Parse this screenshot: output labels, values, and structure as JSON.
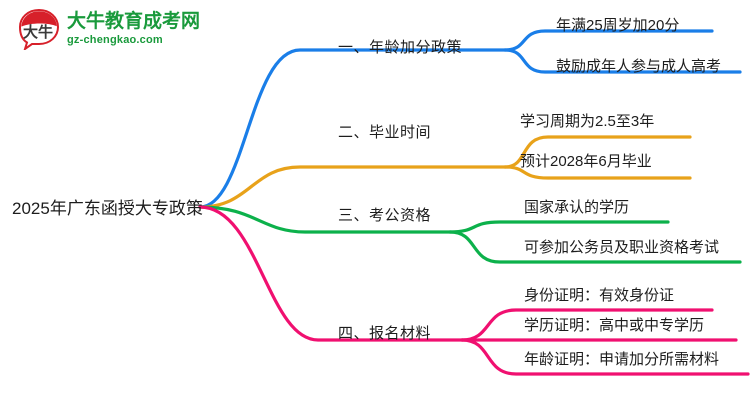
{
  "logo": {
    "mark_text": "大牛",
    "title": "大牛教育成考网",
    "url": "gz-chengkao.com",
    "brand_green": "#1a9a3c",
    "brand_red": "#d7202a"
  },
  "mindmap": {
    "root": "2025年广东函授大专政策",
    "branches": [
      {
        "label": "一、年龄加分政策",
        "color": "#1a7ee8",
        "leaves": [
          "年满25周岁加20分",
          "鼓励成年人参与成人高考"
        ]
      },
      {
        "label": "二、毕业时间",
        "color": "#e8a21a",
        "leaves": [
          "学习周期为2.5至3年",
          "预计2028年6月毕业"
        ]
      },
      {
        "label": "三、考公资格",
        "color": "#0cb14b",
        "leaves": [
          "国家承认的学历",
          "可参加公务员及职业资格考试"
        ]
      },
      {
        "label": "四、报名材料",
        "color": "#f01070",
        "leaves": [
          "身份证明：有效身份证",
          "学历证明：高中或中专学历",
          "年龄证明：申请加分所需材料"
        ]
      }
    ]
  }
}
